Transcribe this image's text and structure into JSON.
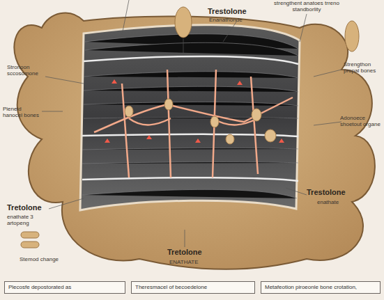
{
  "diagram": {
    "nodes": [
      {
        "text": [
          "Plecosfe depostorated as"
        ]
      },
      {
        "text": [
          "Theresmacel of becoedelone"
        ]
      },
      {
        "text": [
          "Metafeotion piroeonle bone crotation,"
        ]
      }
    ],
    "labels": [
      "Trestolone",
      "Enanathonde",
      "strengthent anatoes trreno standborlity",
      "Strengthon propal bones",
      "Adonoece shoetout organe",
      "Stronoon sccosomone",
      "Pieneid hanocel bones",
      "Trestolone",
      "enathate",
      "Tretolone",
      "enathate 3 artopeng",
      "Tretolone",
      "ENATHATE",
      "Stemod change"
    ]
  }
}
